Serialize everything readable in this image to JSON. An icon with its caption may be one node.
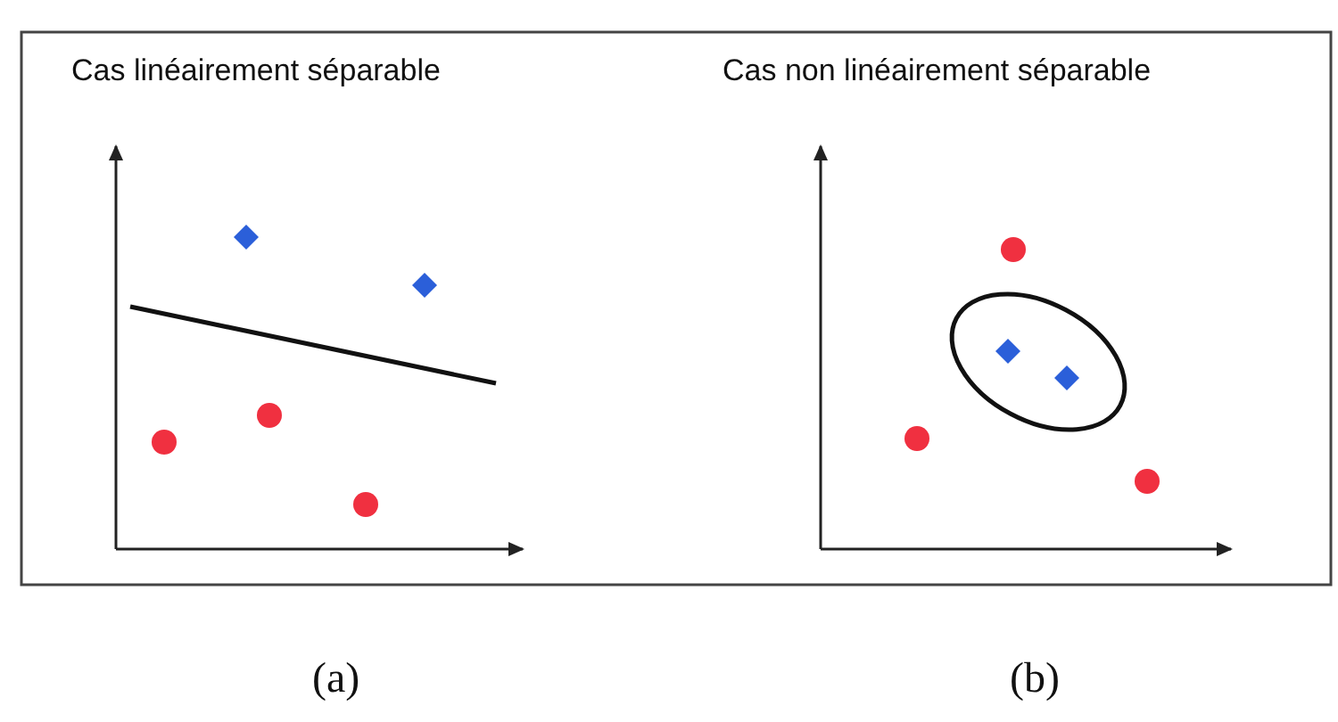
{
  "diagram": {
    "labels": [
      "Cas linéairement séparable",
      "Cas non linéairement séparable",
      "(a)",
      "(b)"
    ]
  }
}
